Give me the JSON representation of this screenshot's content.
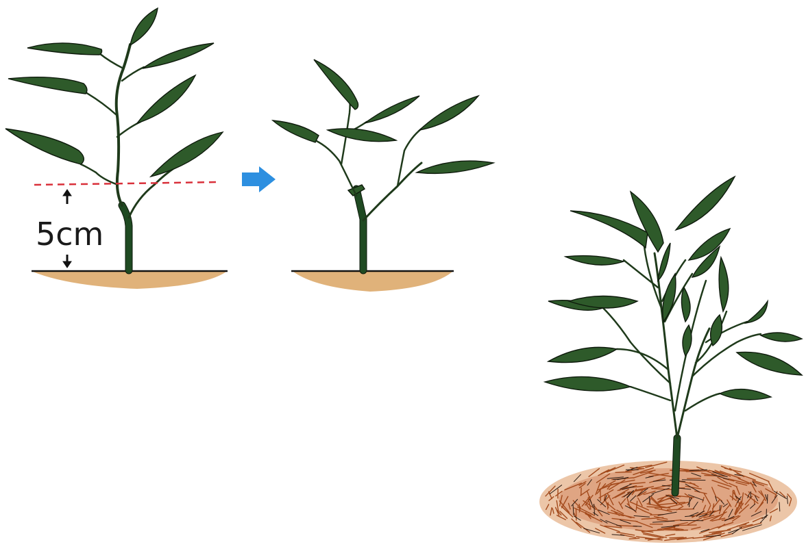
{
  "measurement": {
    "label": "5cm"
  },
  "steps": [
    {
      "name": "before-pruning",
      "cut_height_cm": 5
    },
    {
      "name": "after-pruning"
    },
    {
      "name": "regrown-with-mulch"
    }
  ],
  "colors": {
    "leaf": "#2e5a2a",
    "stem": "#1f3a1b",
    "soil": "#e0b27a",
    "mulch": "#a34a1c",
    "cut_line": "#d9303a",
    "arrow": "#2d8fe0"
  }
}
